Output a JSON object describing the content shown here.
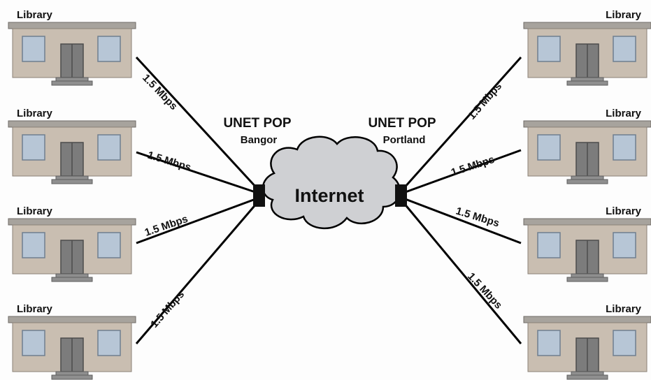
{
  "diagram": {
    "cloud_label": "Internet",
    "pops": [
      {
        "title": "UNET POP",
        "city": "Bangor"
      },
      {
        "title": "UNET POP",
        "city": "Portland"
      }
    ],
    "libraries": [
      {
        "label": "Library",
        "link": "1.5 Mbps"
      },
      {
        "label": "Library",
        "link": "1.5 Mbps"
      },
      {
        "label": "Library",
        "link": "1.5 Mbps"
      },
      {
        "label": "Library",
        "link": "1.5 Mbps"
      },
      {
        "label": "Library",
        "link": "1.5 Mbps"
      },
      {
        "label": "Library",
        "link": "1.5 Mbps"
      },
      {
        "label": "Library",
        "link": "1.5 Mbps"
      },
      {
        "label": "Library",
        "link": "1.5 Mbps"
      }
    ],
    "colors": {
      "building_wall": "#c9beb1",
      "building_roof": "#a7a39d",
      "window": "#b7c6d6",
      "door": "#7c7c7c",
      "cloud_fill": "#cfd0d3",
      "line": "#000000"
    }
  }
}
